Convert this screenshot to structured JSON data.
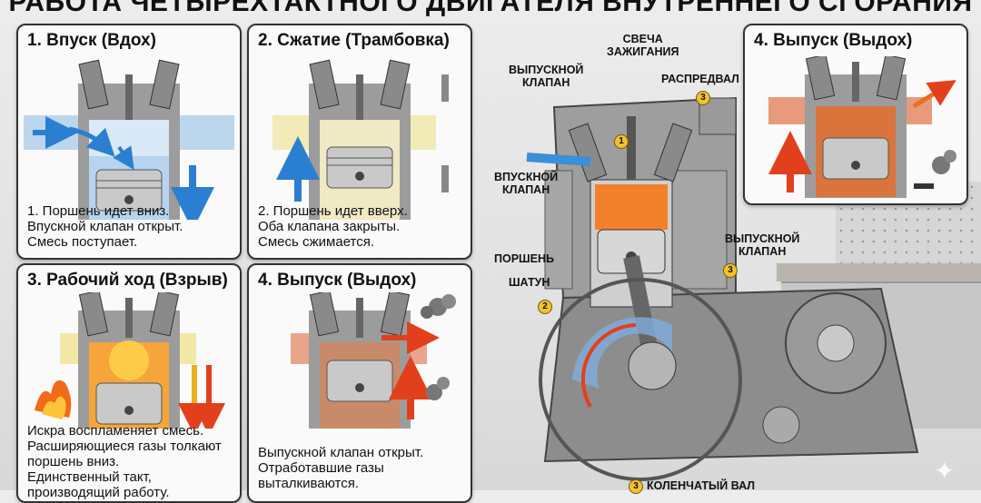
{
  "title": "РАБОТА ЧЕТЫРЕХТАКТНОГО ДВИГАТЕЛЯ ВНУТРЕННЕГО СГОРАНИЯ",
  "panels": [
    {
      "heading": "1. Впуск (Вдох)",
      "lines": [
        "1. Поршень идет вниз.",
        "Впускной клапан открыт.",
        "Смесь поступает."
      ]
    },
    {
      "heading": "2. Сжатие (Трамбовка)",
      "lines": [
        "2. Поршень идет вверх.",
        "Оба клапана закрыты.",
        "Смесь сжимается."
      ]
    },
    {
      "heading": "3. Рабочий ход (Взрыв)",
      "lines": [
        "Искра воспламеняет смесь.",
        "Расширяющиеся газы толкают",
        "поршень вниз.",
        "Единственный такт,",
        "производящий работу."
      ]
    },
    {
      "heading": "4. Выпуск (Выдох)",
      "lines": [
        "Выпускной клапан открыт.",
        "Отработавшие газы",
        "выталкиваются."
      ]
    },
    {
      "heading": "4. Выпуск (Выдох)",
      "lines": []
    }
  ],
  "engine_labels": {
    "spark_plug": [
      "СВЕЧА",
      "ЗАЖИГАНИЯ"
    ],
    "exhaust_valve_left": [
      "ВЫПУСКНОЙ",
      "КЛАПАН"
    ],
    "camshaft": "РАСПРЕДВАЛ",
    "intake_valve": [
      "ВПУСКНОЙ",
      "КЛАПАН"
    ],
    "exhaust_valve_right": [
      "ВЫПУСКНОЙ",
      "КЛАПАН"
    ],
    "piston": "ПОРШЕНЬ",
    "connecting_rod": "ШАТУН",
    "crankshaft": "КОЛЕНЧАТЫЙ ВАЛ"
  },
  "markers": {
    "spark": "1",
    "rod": "2",
    "cam": "3",
    "exhaust": "3",
    "crank": "3"
  },
  "colors": {
    "intake": "#3a8fd8",
    "compress": "#f2e27a",
    "fire": "#f07a1a",
    "exhaust": "#e2401c",
    "smoke": "#777777",
    "cylinder": "#8a8a8a",
    "highlight": "#f2c12e"
  }
}
